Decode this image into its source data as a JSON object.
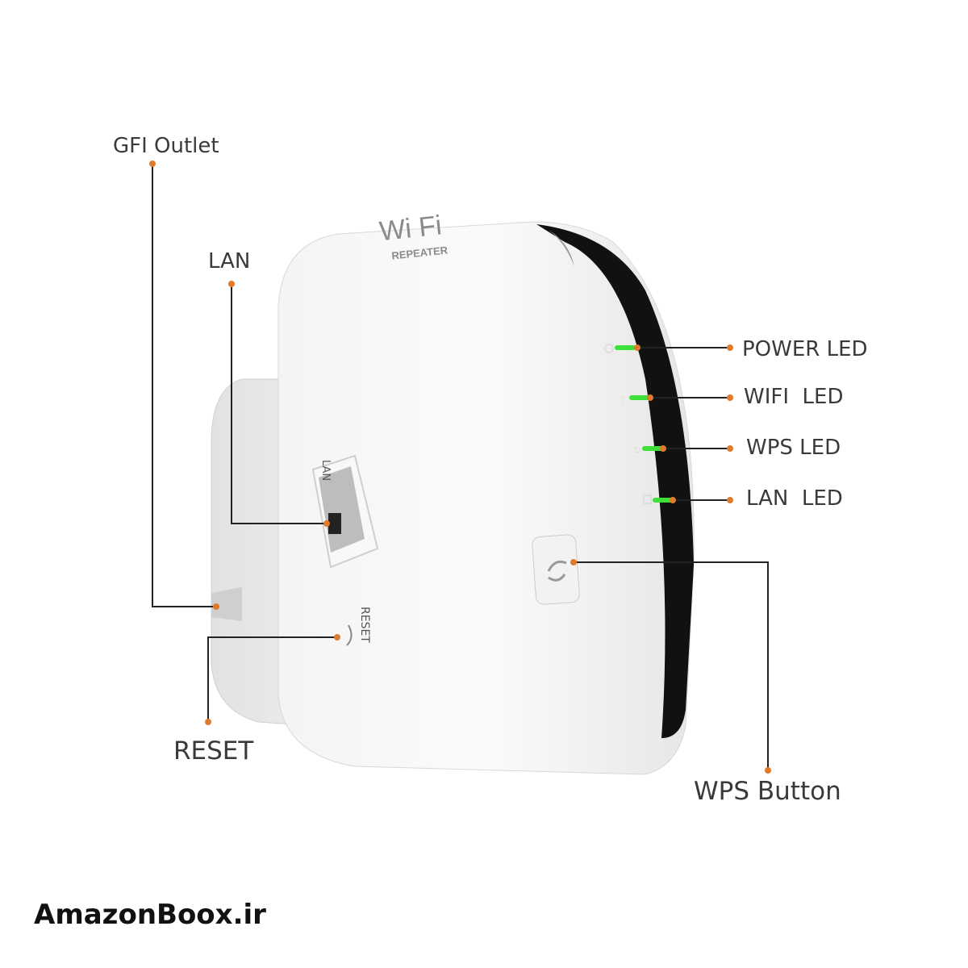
{
  "labels": {
    "gfi_outlet": "GFI Outlet",
    "lan": "LAN",
    "reset": "RESET",
    "power_led": "POWER LED",
    "wifi_led": "WIFI  LED",
    "wps_led": "WPS LED",
    "lan_led": "LAN  LED",
    "wps_button": "WPS Button"
  },
  "device": {
    "logo_top": "Wi Fi",
    "logo_bottom": "REPEATER",
    "port_label": "LAN",
    "reset_label": "RESET"
  },
  "footer": "AmazonBoox.ir",
  "colors": {
    "callout_dot": "#e07a2c",
    "led": "#3ee03a",
    "line": "#222222"
  }
}
